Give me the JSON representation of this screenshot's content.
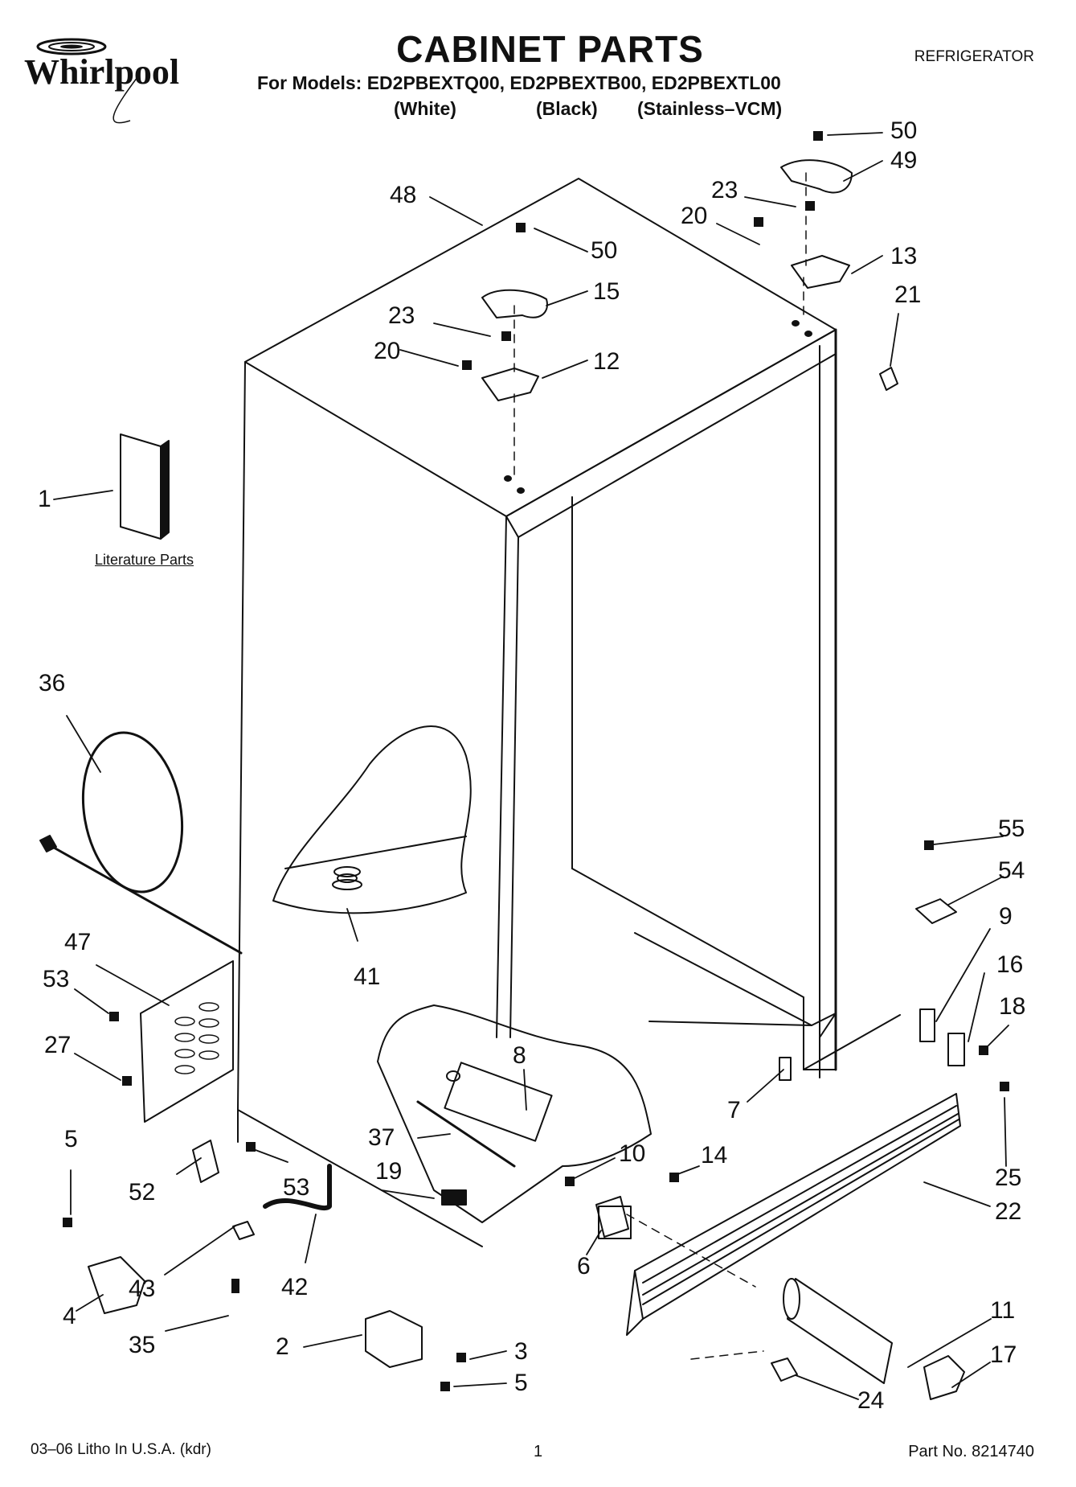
{
  "header": {
    "brand": "Whirlpool",
    "title": "CABINET PARTS",
    "product": "REFRIGERATOR",
    "models": "For Models: ED2PBEXTQ00, ED2PBEXTB00, ED2PBEXTL00",
    "variants": [
      "(White)",
      "(Black)",
      "(Stainless–VCM)"
    ]
  },
  "literature_label": "Literature Parts",
  "callouts": [
    "1",
    "2",
    "3",
    "4",
    "5",
    "5",
    "6",
    "7",
    "8",
    "9",
    "10",
    "11",
    "12",
    "13",
    "14",
    "15",
    "16",
    "17",
    "18",
    "19",
    "20",
    "20",
    "21",
    "22",
    "23",
    "23",
    "24",
    "25",
    "27",
    "35",
    "36",
    "37",
    "41",
    "42",
    "43",
    "47",
    "48",
    "49",
    "50",
    "50",
    "52",
    "53",
    "53",
    "54",
    "55"
  ],
  "footer": {
    "litho": "03–06 Litho In U.S.A. (kdr)",
    "page": "1",
    "part_no": "Part No. 8214740"
  }
}
